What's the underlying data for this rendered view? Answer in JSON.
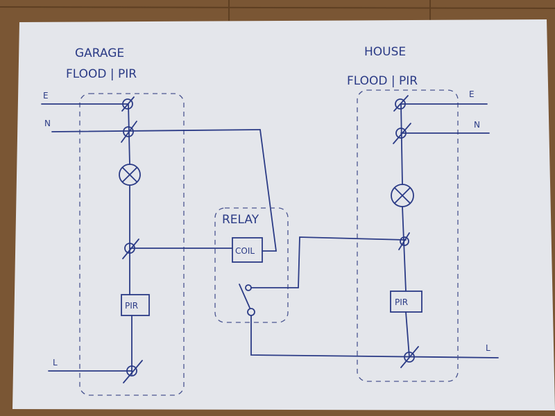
{
  "garage": {
    "title": "GARAGE",
    "subtitle": "FLOOD | PIR",
    "earth": "E",
    "neutral": "N",
    "live": "L",
    "pir": "PIR"
  },
  "relay": {
    "title": "RELAY",
    "coil": "COIL"
  },
  "house": {
    "title": "HOUSE",
    "subtitle": "FLOOD | PIR",
    "earth": "E",
    "neutral": "N",
    "live": "L",
    "pir": "PIR"
  },
  "colors": {
    "ink": "#2b3b86",
    "paper": "#e4e6eb",
    "table": "#7a5634"
  }
}
